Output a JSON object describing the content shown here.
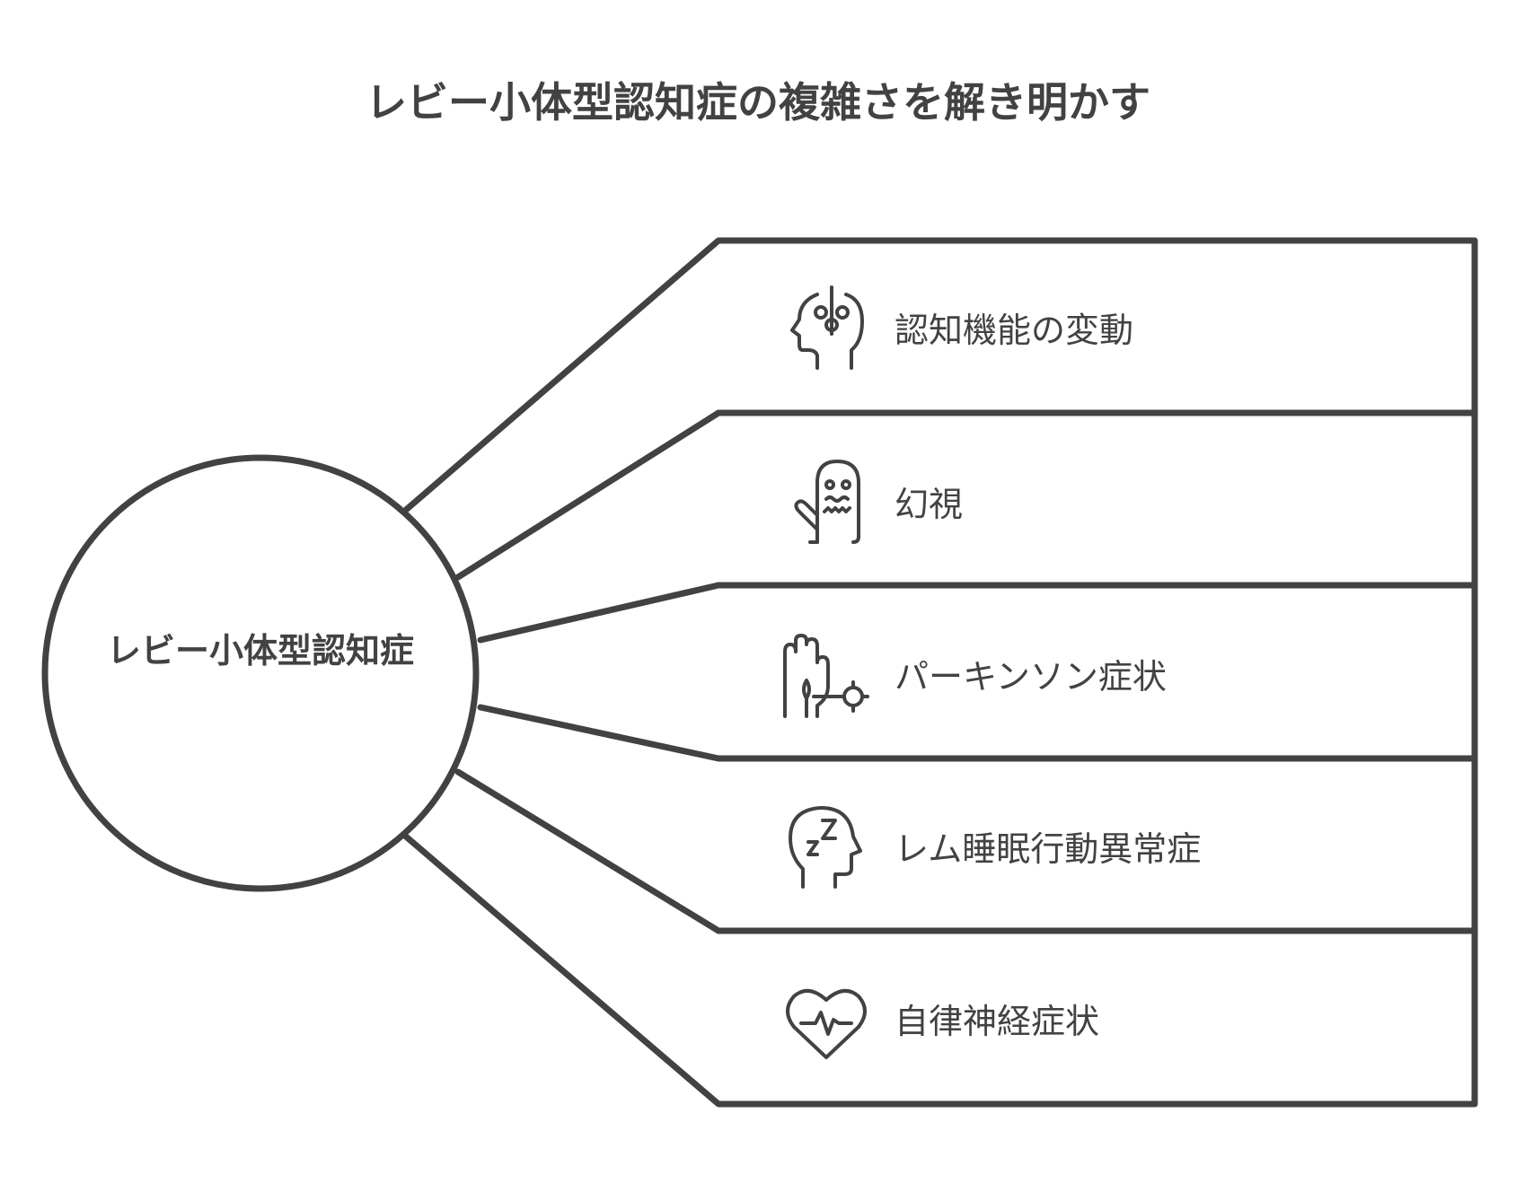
{
  "title": "レビー小体型認知症の複雑さを解き明かす",
  "center": {
    "label": "レビー小体型認知症"
  },
  "items": [
    {
      "label": "認知機能の変動",
      "icon": "brain-head-icon"
    },
    {
      "label": "幻視",
      "icon": "ghost-icon"
    },
    {
      "label": "パーキンソン症状",
      "icon": "hand-gear-icon"
    },
    {
      "label": "レム睡眠行動異常症",
      "icon": "sleeping-head-icon"
    },
    {
      "label": "自律神経症状",
      "icon": "heartbeat-icon"
    }
  ],
  "colors": {
    "stroke": "#424242",
    "background": "#ffffff"
  }
}
